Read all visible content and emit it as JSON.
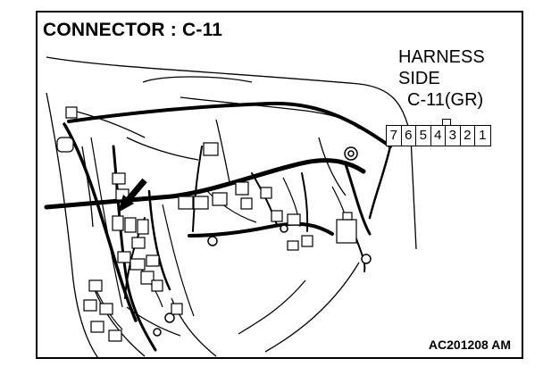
{
  "title": "CONNECTOR : C-11",
  "harness_label": {
    "line1": "HARNESS",
    "line2": "SIDE",
    "line3": "C-11(GR)"
  },
  "pins": [
    "7",
    "6",
    "5",
    "4",
    "3",
    "2",
    "1"
  ],
  "figure_code": "AC201208 AM"
}
